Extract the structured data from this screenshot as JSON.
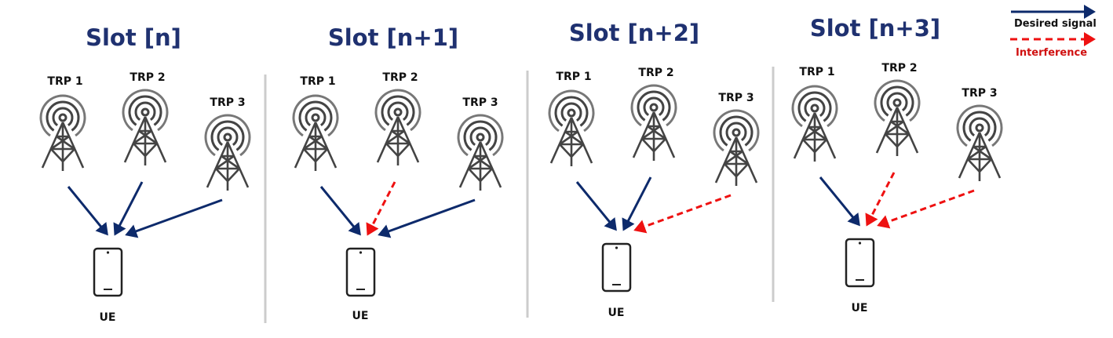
{
  "legend": {
    "desired_label": "Desired signal",
    "interference_label": "Interference",
    "desired_color": "#0d2a6b",
    "interference_color": "#ee1111"
  },
  "trp_labels": [
    "TRP 1",
    "TRP 2",
    "TRP 3"
  ],
  "ue_label": "UE",
  "slots": [
    {
      "title": "Slot [n]",
      "links": [
        "desired",
        "desired",
        "desired"
      ]
    },
    {
      "title": "Slot [n+1]",
      "links": [
        "desired",
        "interference",
        "desired"
      ]
    },
    {
      "title": "Slot [n+2]",
      "links": [
        "desired",
        "desired",
        "interference"
      ]
    },
    {
      "title": "Slot [n+3]",
      "links": [
        "desired",
        "interference",
        "interference"
      ]
    }
  ]
}
